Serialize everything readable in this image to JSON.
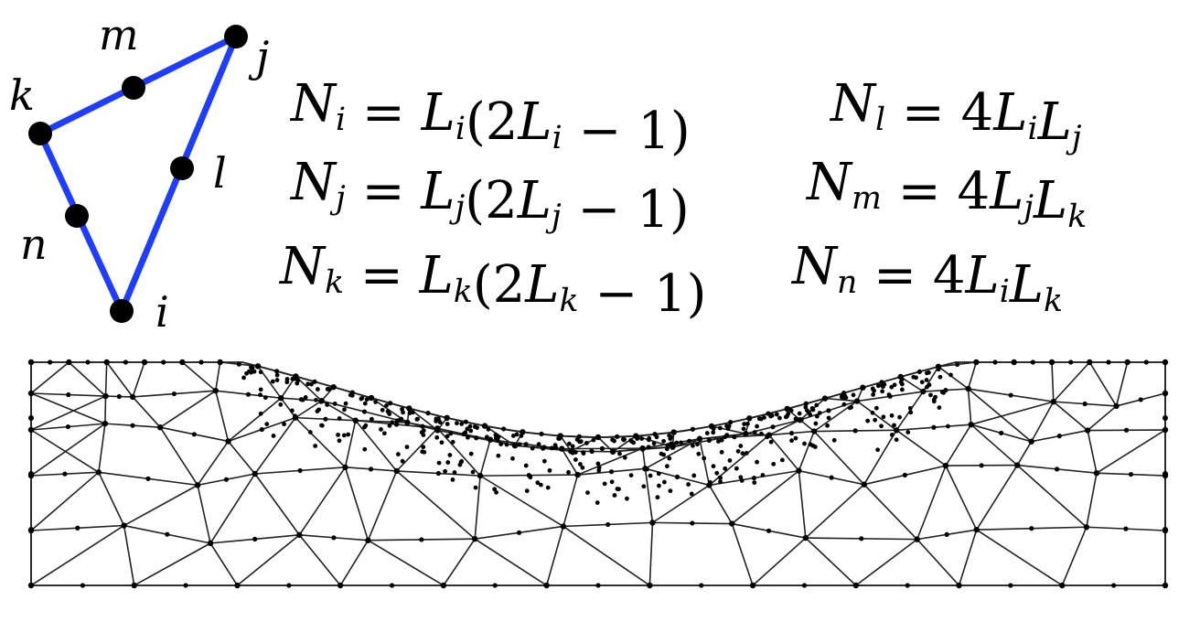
{
  "element": {
    "edge_color": "#1f3dff",
    "node_color": "#000000",
    "nodes": [
      {
        "id": "i",
        "label": "i"
      },
      {
        "id": "j",
        "label": "j"
      },
      {
        "id": "k",
        "label": "k"
      },
      {
        "id": "l",
        "label": "l"
      },
      {
        "id": "m",
        "label": "m"
      },
      {
        "id": "n",
        "label": "n"
      }
    ]
  },
  "equations": [
    {
      "lhs": "N",
      "lhs_sub": "i",
      "rhs": [
        [
          "L",
          "i"
        ],
        [
          "(2",
          ""
        ],
        [
          "L",
          "i"
        ],
        [
          " − 1)",
          ""
        ]
      ]
    },
    {
      "lhs": "N",
      "lhs_sub": "j",
      "rhs": [
        [
          "L",
          "j"
        ],
        [
          "(2",
          ""
        ],
        [
          "L",
          "j"
        ],
        [
          " − 1)",
          ""
        ]
      ]
    },
    {
      "lhs": "N",
      "lhs_sub": "k",
      "rhs": [
        [
          "L",
          "k"
        ],
        [
          "(2",
          ""
        ],
        [
          "L",
          "k"
        ],
        [
          " − 1)",
          ""
        ]
      ]
    },
    {
      "lhs": "N",
      "lhs_sub": "l",
      "rhs": [
        [
          "4",
          ""
        ],
        [
          "L",
          "i"
        ],
        [
          "L",
          "j"
        ]
      ]
    },
    {
      "lhs": "N",
      "lhs_sub": "m",
      "rhs": [
        [
          "4",
          ""
        ],
        [
          "L",
          "j"
        ],
        [
          "L",
          "k"
        ]
      ]
    },
    {
      "lhs": "N",
      "lhs_sub": "n",
      "rhs": [
        [
          "4",
          ""
        ],
        [
          "L",
          "i"
        ],
        [
          "L",
          "k"
        ]
      ]
    }
  ],
  "mesh": {
    "line_color": "#222222",
    "node_color": "#000000"
  }
}
